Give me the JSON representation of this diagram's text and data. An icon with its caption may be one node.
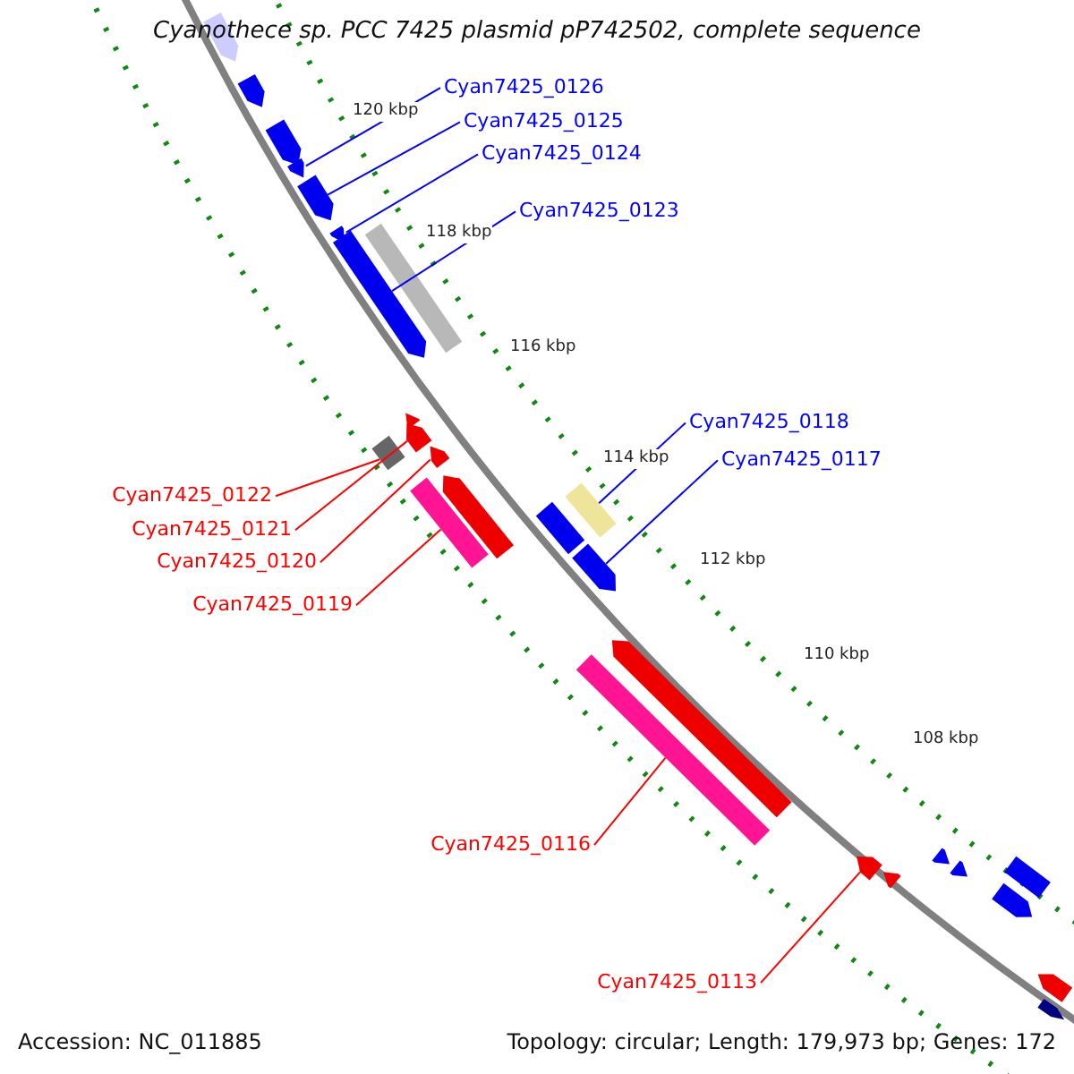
{
  "diagram": {
    "title": "Cyanothece sp. PCC 7425 plasmid pP742502, complete sequence",
    "nodes": [
      {
        "text": [
          "Cyan7425_0126"
        ]
      },
      {
        "text": [
          "Cyan7425_0125"
        ]
      },
      {
        "text": [
          "Cyan7425_0124"
        ]
      },
      {
        "text": [
          "Cyan7425_0123"
        ]
      },
      {
        "text": [
          "Cyan7425_0118"
        ]
      },
      {
        "text": [
          "Cyan7425_0117"
        ]
      },
      {
        "text": [
          "Cyan7425_0122"
        ]
      },
      {
        "text": [
          "Cyan7425_0121"
        ]
      },
      {
        "text": [
          "Cyan7425_0120"
        ]
      },
      {
        "text": [
          "Cyan7425_0119"
        ]
      },
      {
        "text": [
          "Cyan7425_0116"
        ]
      },
      {
        "text": [
          "Cyan7425_0113"
        ]
      },
      {
        "text": [],
        "shape": "arrow"
      },
      {
        "text": [],
        "shape": "arrow"
      },
      {
        "text": [],
        "shape": "arrow"
      },
      {
        "text": [],
        "shape": "arrow"
      },
      {
        "text": [],
        "shape": "arrow"
      },
      {
        "text": [],
        "shape": "arrow"
      },
      {
        "text": [],
        "shape": "arrow"
      },
      {
        "text": [],
        "shape": "bar"
      },
      {
        "text": [],
        "shape": "arrow"
      },
      {
        "text": [],
        "shape": "arrow"
      },
      {
        "text": [],
        "shape": "bar"
      },
      {
        "text": [],
        "shape": "arrow"
      },
      {
        "text": [],
        "shape": "bar"
      },
      {
        "text": [],
        "shape": "arrow"
      },
      {
        "text": [],
        "shape": "bar"
      },
      {
        "text": [],
        "shape": "bar"
      },
      {
        "text": [],
        "shape": "arrow"
      },
      {
        "text": [],
        "shape": "arrow"
      },
      {
        "text": [],
        "shape": "bar"
      },
      {
        "text": [],
        "shape": "arrow"
      },
      {
        "text": [],
        "shape": "arrow"
      },
      {
        "text": [],
        "shape": "arrow"
      },
      {
        "text": [],
        "shape": "bar"
      },
      {
        "text": [],
        "shape": "arrow"
      },
      {
        "text": [],
        "shape": "arrow"
      },
      {
        "text": [],
        "shape": "arrow"
      },
      {
        "text": [],
        "shape": "arrow"
      }
    ],
    "edges": [
      {
        "from": 0,
        "to": 15,
        "arrow": "none"
      },
      {
        "from": 1,
        "to": 16,
        "arrow": "none"
      },
      {
        "from": 2,
        "to": 17,
        "arrow": "none"
      },
      {
        "from": 3,
        "to": 18,
        "arrow": "none"
      },
      {
        "from": 4,
        "to": 24,
        "arrow": "none"
      },
      {
        "from": 5,
        "to": 28,
        "arrow": "none"
      },
      {
        "from": 6,
        "to": 22,
        "arrow": "none",
        "color": "#ff0000"
      },
      {
        "from": 7,
        "to": 21,
        "arrow": "none",
        "color": "#ff0000"
      },
      {
        "from": 8,
        "to": 23,
        "arrow": "none",
        "color": "#ff0000"
      },
      {
        "from": 9,
        "to": 26,
        "arrow": "none",
        "color": "#ff0000"
      },
      {
        "from": 10,
        "to": 30,
        "arrow": "none",
        "color": "#ff0000"
      },
      {
        "from": 11,
        "to": 32,
        "arrow": "none",
        "color": "#ff0000"
      }
    ],
    "labels": [
      "120 kbp",
      "118 kbp",
      "116 kbp",
      "114 kbp",
      "112 kbp",
      "110 kbp",
      "108 kbp",
      "Accession: NC_011885",
      "Topology: circular; Length: 179,973 bp; Genes: 172"
    ]
  }
}
